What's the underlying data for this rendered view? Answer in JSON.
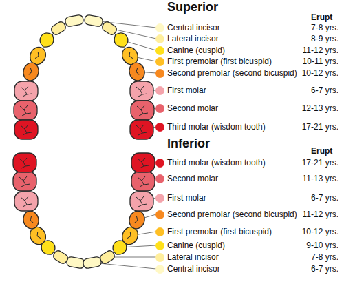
{
  "diagram": {
    "labels": [
      "Superior",
      "Erupt",
      "7-8 yrs.",
      "8-9 yrs.",
      "11-12 yrs.",
      "10-11 yrs.",
      "10-12 yrs.",
      "6-7 yrs.",
      "12-13 yrs.",
      "17-21 yrs.",
      "Inferior",
      "Erupt",
      "17-21 yrs.",
      "11-13 yrs.",
      "6-7 yrs.",
      "11-12 yrs.",
      "10-12 yrs.",
      "9-10 yrs.",
      "7-8 yrs.",
      "6-7 yrs."
    ],
    "legend": [
      {
        "text": "Central incisor",
        "color": "#fff8c4"
      },
      {
        "text": "Lateral incisor",
        "color": "#ffee9c"
      },
      {
        "text": "Canine (cuspid)",
        "color": "#ffe01a"
      },
      {
        "text": "First premolar (first bicuspid)",
        "color": "#ffbf24"
      },
      {
        "text": "Second premolar (second bicuspid)",
        "color": "#f7891f"
      },
      {
        "text": "First molar",
        "color": "#f4a3ab"
      },
      {
        "text": "Second molar",
        "color": "#e8626c"
      },
      {
        "text": "Third molar (wisdom tooth)",
        "color": "#df1423"
      },
      {
        "text": "Third molar (wisdom tooth)",
        "color": "#df1423"
      },
      {
        "text": "Second molar",
        "color": "#e8626c"
      },
      {
        "text": "First molar",
        "color": "#f4a3ab"
      },
      {
        "text": "Second premolar (second bicuspid)",
        "color": "#f7891f"
      },
      {
        "text": "First premolar (first bicuspid)",
        "color": "#ffbf24"
      },
      {
        "text": "Canine (cuspid)",
        "color": "#ffe01a"
      },
      {
        "text": "Lateral incisor",
        "color": "#ffee9c"
      },
      {
        "text": "Central incisor",
        "color": "#fff8c4"
      }
    ]
  }
}
